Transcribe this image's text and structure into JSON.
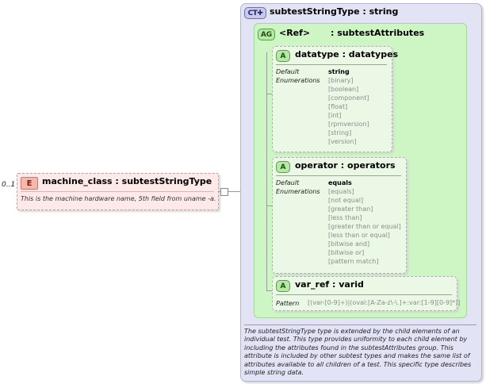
{
  "element": {
    "occurs": "0..1",
    "badge": "E",
    "title": "machine_class  : subtestStringType",
    "doc": "This is the machine hardware name, 5th field from uname -a."
  },
  "complex_type": {
    "badge": "CT✚",
    "title": "subtestStringType  : string",
    "doc": "The subtestStringType type is extended by the child elements of an individual test.  This type provides uniformity to each child element by including the attributes found in the subtestAttributes group.  This attribute is included by other subtest types and makes the same list of attributes available to all children of a test.  This specific type describes simple string data."
  },
  "attribute_group": {
    "badge": "AG",
    "ref": "<Ref>",
    "type": ": subtestAttributes"
  },
  "attributes": [
    {
      "badge": "A",
      "title": "datatype  : datatypes",
      "default_label": "Default",
      "enum_label": "Enumerations",
      "default": "string",
      "enums": [
        "[binary]",
        "[boolean]",
        "[component]",
        "[float]",
        "[int]",
        "[rpmversion]",
        "[string]",
        "[version]"
      ]
    },
    {
      "badge": "A",
      "title": "operator  : operators",
      "default_label": "Default",
      "enum_label": "Enumerations",
      "default": "equals",
      "enums": [
        "[equals]",
        "[not equal]",
        "[greater than]",
        "[less than]",
        "[greater than or equal]",
        "[less than or equal]",
        "[bitwise and]",
        "[bitwise or]",
        "[pattern match]"
      ]
    },
    {
      "badge": "A",
      "title": "var_ref    : varid",
      "pattern_label": "Pattern",
      "pattern": "[(var-[0-9]+)|(oval:[A-Za-z\\-\\.]+:var:[1-9][0-9]*)]"
    }
  ]
}
